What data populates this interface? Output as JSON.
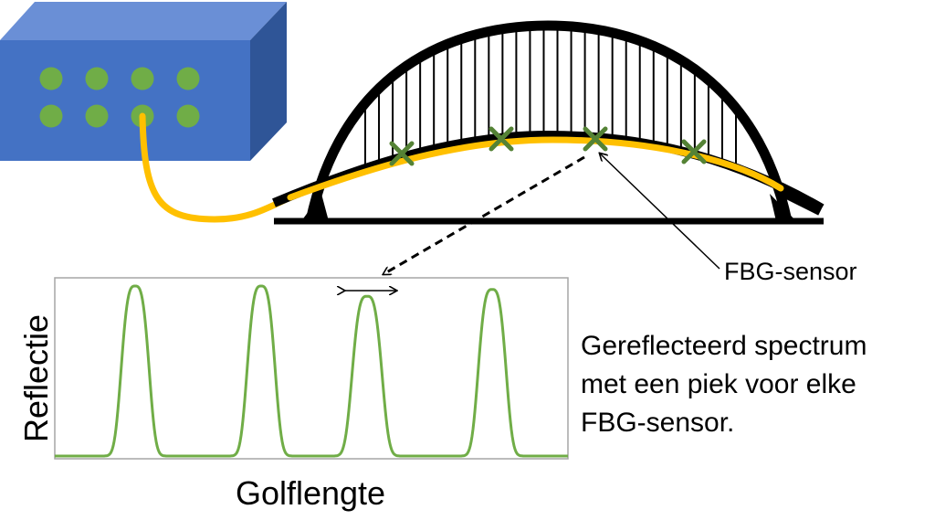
{
  "labels": {
    "sensor": "FBG-sensor",
    "description_lines": [
      "Gereflecteerd spectrum",
      "met een piek voor elke",
      "FBG-sensor."
    ],
    "y_axis": "Reflectie",
    "x_axis": "Golflengte"
  },
  "colors": {
    "box_front": "#4472C4",
    "box_top": "#6A8FD6",
    "box_side": "#2F5597",
    "box_dot": "#70AD47",
    "fiber": "#FFC000",
    "bridge": "#000000",
    "sensor_mark": "#548235",
    "spectrum": "#70AD47",
    "frame": "#A6A6A6"
  },
  "interrogator": {
    "ports": 8,
    "ports_per_row": 4
  },
  "bridge": {
    "hangers": 28,
    "sensors": 4
  },
  "chart_data": {
    "type": "line",
    "xlabel": "Golflengte",
    "ylabel": "Reflectie",
    "peaks": 4,
    "peak_heights": [
      1.0,
      1.0,
      0.94,
      0.98
    ]
  }
}
